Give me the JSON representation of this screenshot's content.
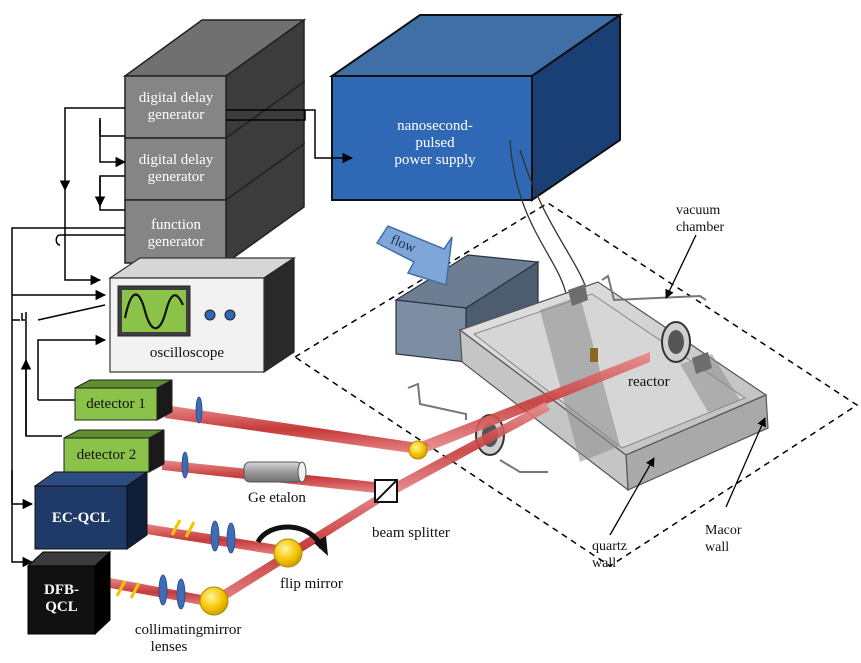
{
  "labels": {
    "ddg1": [
      "digital delay",
      "generator"
    ],
    "ddg2": [
      "digital delay",
      "generator"
    ],
    "function_generator": [
      "function",
      "generator"
    ],
    "power_supply": [
      "nanosecond-",
      "pulsed",
      "power supply"
    ],
    "oscilloscope": "oscilloscope",
    "detector1": "detector 1",
    "detector2": "detector 2",
    "ec_qcl": "EC-QCL",
    "dfb_qcl": [
      "DFB-",
      "QCL"
    ],
    "ge_etalon": "Ge etalon",
    "beam_splitter": "beam splitter",
    "flip_mirror": "flip mirror",
    "collimating_lenses": [
      "collimating",
      "lenses"
    ],
    "mirror": "mirror",
    "flow": "flow",
    "reactor": "reactor",
    "vacuum_chamber": [
      "vacuum",
      "chamber"
    ],
    "quartz_wall": [
      "quartz",
      "wall"
    ],
    "macor_wall": [
      "Macor",
      "wall"
    ]
  },
  "colors": {
    "box_top": "#6e6e6e",
    "box_front": "#858585",
    "box_side": "#3e3e3e",
    "power_front": "#2f68b4",
    "power_top": "#3f6fa6",
    "power_side": "#1a3f75",
    "detector_green": "#8bc34a",
    "laser_box": "#1f3a66",
    "dfb_box": "#111111",
    "beam": "#d25555",
    "mirror_yellow": "#f5c400",
    "lens_blue": "#3f6db5"
  }
}
